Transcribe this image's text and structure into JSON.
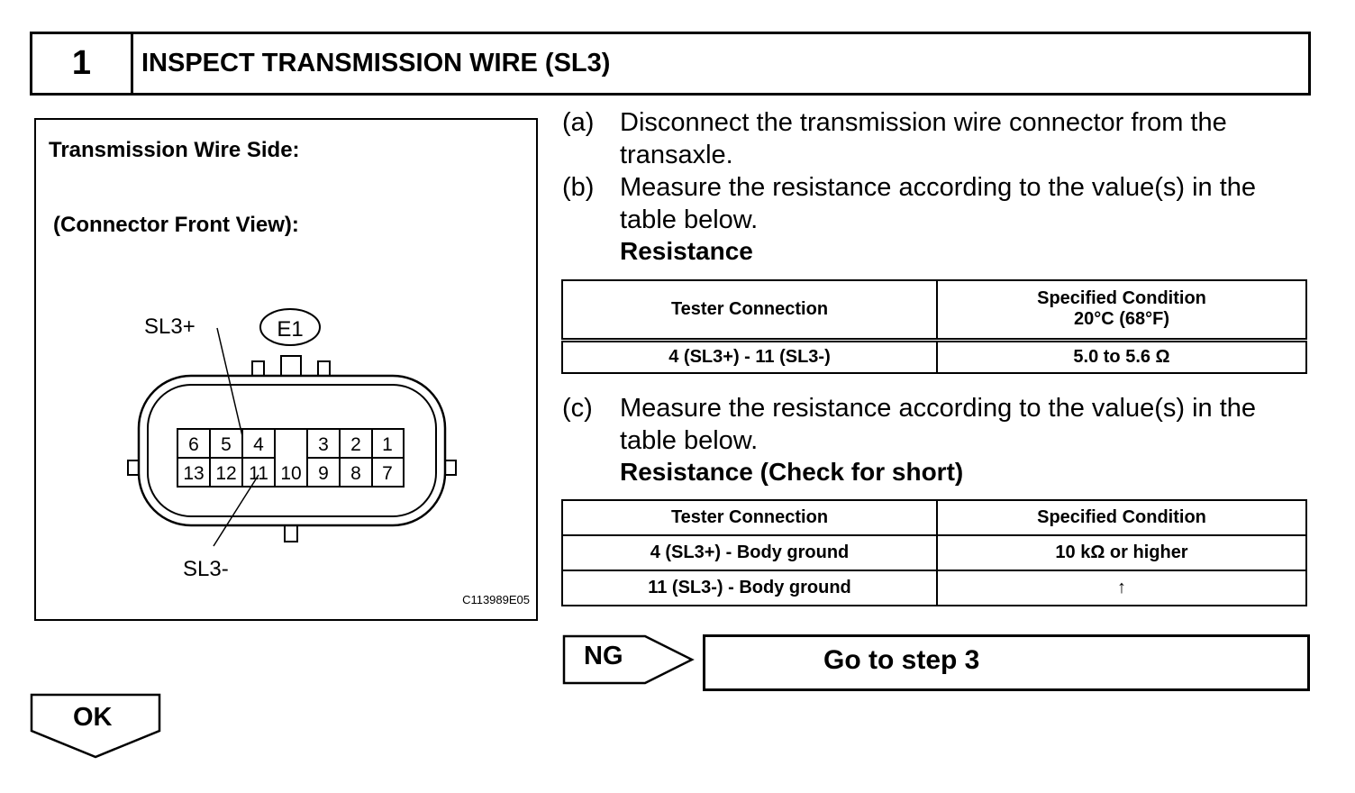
{
  "step": {
    "number": "1",
    "title": "INSPECT TRANSMISSION WIRE (SL3)"
  },
  "figure": {
    "label_side": "Transmission Wire Side:",
    "label_view": "(Connector Front View):",
    "connector_id": "E1",
    "pin_plus": "SL3+",
    "pin_minus": "SL3-",
    "code": "C113989E05",
    "pins_top": [
      "6",
      "5",
      "4",
      "",
      "3",
      "2",
      "1"
    ],
    "pins_bottom": [
      "13",
      "12",
      "11",
      "10",
      "9",
      "8",
      "7"
    ]
  },
  "steps": [
    {
      "letter": "(a)",
      "text": "Disconnect the transmission wire connector from the transaxle."
    },
    {
      "letter": "(b)",
      "text": "Measure the resistance according to the value(s) in the table below."
    },
    {
      "letter": "(c)",
      "text": "Measure the resistance according to the value(s) in the table below."
    }
  ],
  "table1": {
    "heading": "Resistance",
    "col1": "Tester Connection",
    "col2_line1": "Specified Condition",
    "col2_line2": "20°C (68°F)",
    "rows": [
      {
        "connection": "4 (SL3+) - 11 (SL3-)",
        "condition": "5.0 to 5.6 Ω"
      }
    ]
  },
  "table2": {
    "heading": "Resistance (Check for short)",
    "col1": "Tester Connection",
    "col2": "Specified Condition",
    "rows": [
      {
        "connection": "4 (SL3+) - Body ground",
        "condition": "10 kΩ or higher"
      },
      {
        "connection": "11 (SL3-) - Body ground",
        "condition": "↑"
      }
    ]
  },
  "result_ng": {
    "label": "NG",
    "target": "Go to step 3"
  },
  "result_ok": {
    "label": "OK"
  }
}
